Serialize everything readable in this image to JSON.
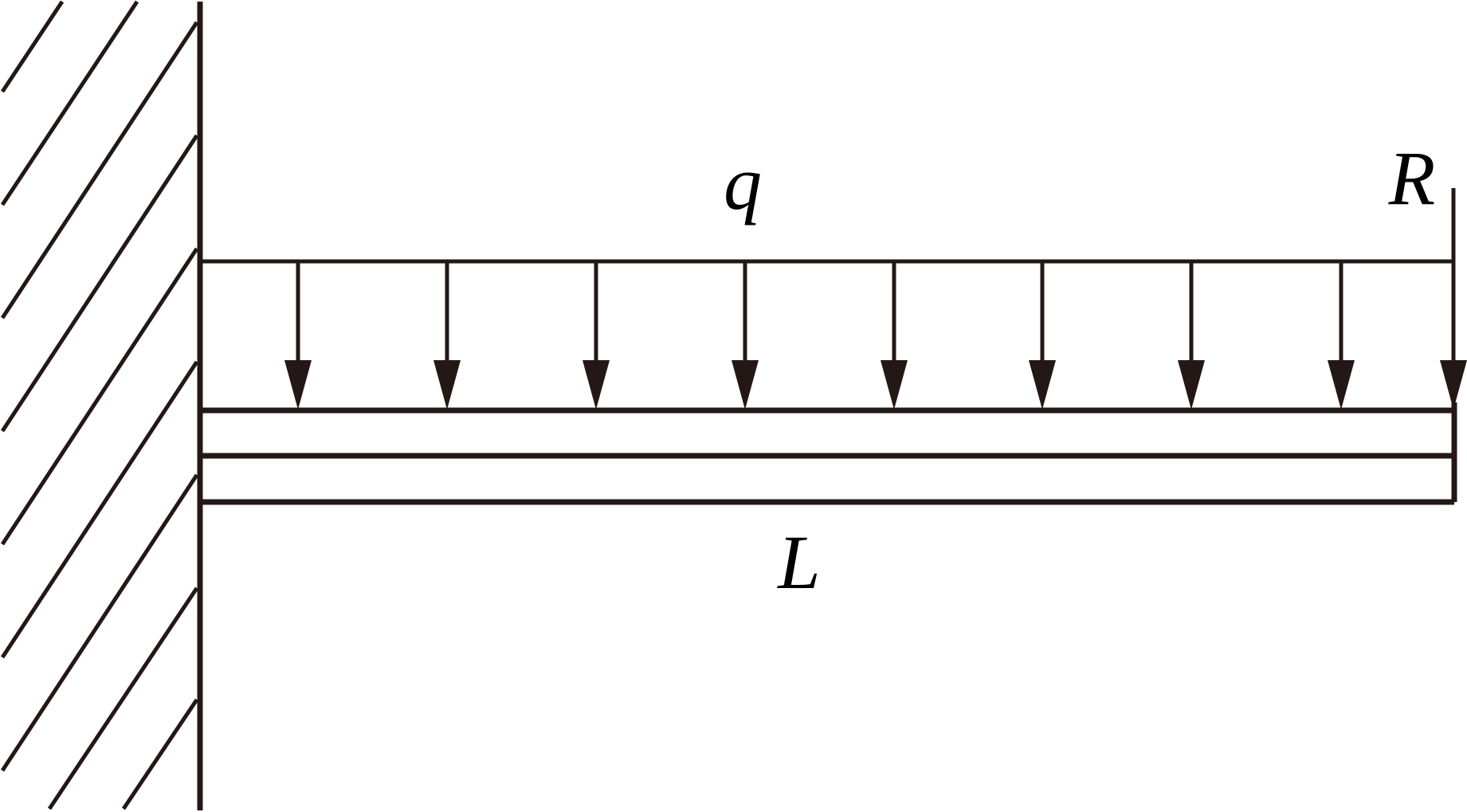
{
  "diagram": {
    "load_label": "q",
    "length_label": "L",
    "end_label": "R"
  },
  "colors": {
    "line": "#231815",
    "background": "#ffffff"
  },
  "icons": {
    "support": "fixed-wall-hatching",
    "load": "distributed-load-arrows"
  }
}
